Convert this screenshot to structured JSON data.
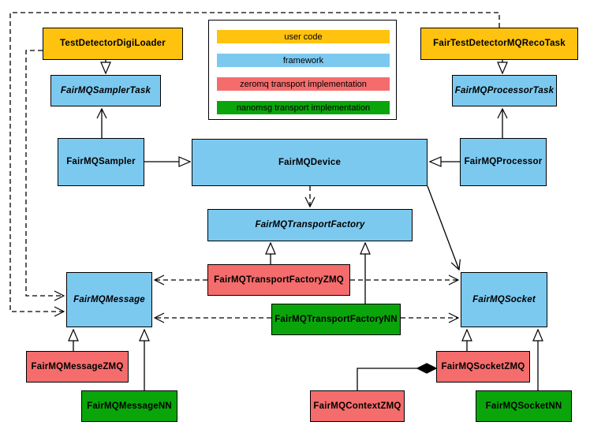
{
  "colors": {
    "user_code": "#FFC20E",
    "framework": "#7CC9F0",
    "zeromq": "#F56C6C",
    "nanomsg": "#0AA50A",
    "line": "#000000",
    "background": "#FFFFFF"
  },
  "legend": {
    "items": [
      {
        "label": "user code",
        "layer": "user_code"
      },
      {
        "label": "framework",
        "layer": "framework"
      },
      {
        "label": "zeromq transport implementation",
        "layer": "zeromq"
      },
      {
        "label": "nanomsg transport implementation",
        "layer": "nanomsg"
      }
    ]
  },
  "nodes": {
    "testdetectordigiloader": {
      "label": "TestDetectorDigiLoader",
      "layer": "user_code",
      "abstract": false
    },
    "fairtestdetectormqrecotask": {
      "label": "FairTestDetectorMQRecoTask",
      "layer": "user_code",
      "abstract": false
    },
    "fairmqsamplertask": {
      "label": "FairMQSamplerTask",
      "layer": "framework",
      "abstract": true
    },
    "fairmqprocessortask": {
      "label": "FairMQProcessorTask",
      "layer": "framework",
      "abstract": true
    },
    "fairmqsampler": {
      "label": "FairMQSampler",
      "layer": "framework",
      "abstract": false
    },
    "fairmqdevice": {
      "label": "FairMQDevice",
      "layer": "framework",
      "abstract": false
    },
    "fairmqprocessor": {
      "label": "FairMQProcessor",
      "layer": "framework",
      "abstract": false
    },
    "fairmqtransportfactory": {
      "label": "FairMQTransportFactory",
      "layer": "framework",
      "abstract": true
    },
    "fairmqtransportfactoryzmq": {
      "label": "FairMQTransportFactoryZMQ",
      "layer": "zeromq",
      "abstract": false
    },
    "fairmqtransportfactorynn": {
      "label": "FairMQTransportFactoryNN",
      "layer": "nanomsg",
      "abstract": false
    },
    "fairmqmessage": {
      "label": "FairMQMessage",
      "layer": "framework",
      "abstract": true
    },
    "fairmqsocket": {
      "label": "FairMQSocket",
      "layer": "framework",
      "abstract": true
    },
    "fairmqmessagezmq": {
      "label": "FairMQMessageZMQ",
      "layer": "zeromq",
      "abstract": false
    },
    "fairmqmessagenn": {
      "label": "FairMQMessageNN",
      "layer": "nanomsg",
      "abstract": false
    },
    "fairmqcontextzmq": {
      "label": "FairMQContextZMQ",
      "layer": "zeromq",
      "abstract": false
    },
    "fairmqsocketzmq": {
      "label": "FairMQSocketZMQ",
      "layer": "zeromq",
      "abstract": false
    },
    "fairmqsocketnn": {
      "label": "FairMQSocketNN",
      "layer": "nanomsg",
      "abstract": false
    }
  },
  "edges": [
    {
      "from": "testdetectordigiloader",
      "to": "fairmqsamplertask",
      "type": "inheritance"
    },
    {
      "from": "fairtestdetectormqrecotask",
      "to": "fairmqprocessortask",
      "type": "inheritance"
    },
    {
      "from": "fairmqsampler",
      "to": "fairmqsamplertask",
      "type": "association"
    },
    {
      "from": "fairmqprocessor",
      "to": "fairmqprocessortask",
      "type": "association"
    },
    {
      "from": "fairmqsampler",
      "to": "fairmqdevice",
      "type": "inheritance"
    },
    {
      "from": "fairmqprocessor",
      "to": "fairmqdevice",
      "type": "inheritance"
    },
    {
      "from": "fairmqdevice",
      "to": "fairmqtransportfactory",
      "type": "dependency"
    },
    {
      "from": "fairmqdevice",
      "to": "fairmqsocket",
      "type": "association"
    },
    {
      "from": "fairmqtransportfactoryzmq",
      "to": "fairmqtransportfactory",
      "type": "inheritance"
    },
    {
      "from": "fairmqtransportfactorynn",
      "to": "fairmqtransportfactory",
      "type": "inheritance"
    },
    {
      "from": "fairmqtransportfactoryzmq",
      "to": "fairmqmessage",
      "type": "dependency"
    },
    {
      "from": "fairmqtransportfactoryzmq",
      "to": "fairmqsocket",
      "type": "dependency"
    },
    {
      "from": "fairmqtransportfactorynn",
      "to": "fairmqmessage",
      "type": "dependency"
    },
    {
      "from": "fairmqtransportfactorynn",
      "to": "fairmqsocket",
      "type": "dependency"
    },
    {
      "from": "fairmqmessagezmq",
      "to": "fairmqmessage",
      "type": "inheritance"
    },
    {
      "from": "fairmqmessagenn",
      "to": "fairmqmessage",
      "type": "inheritance"
    },
    {
      "from": "fairmqsocketzmq",
      "to": "fairmqsocket",
      "type": "inheritance"
    },
    {
      "from": "fairmqsocketnn",
      "to": "fairmqsocket",
      "type": "inheritance"
    },
    {
      "from": "fairmqcontextzmq",
      "to": "fairmqsocketzmq",
      "type": "composition"
    },
    {
      "from": "testdetectordigiloader",
      "to": "fairmqmessage",
      "type": "dependency"
    },
    {
      "from": "fairtestdetectormqrecotask",
      "to": "fairmqmessage",
      "type": "dependency"
    }
  ]
}
